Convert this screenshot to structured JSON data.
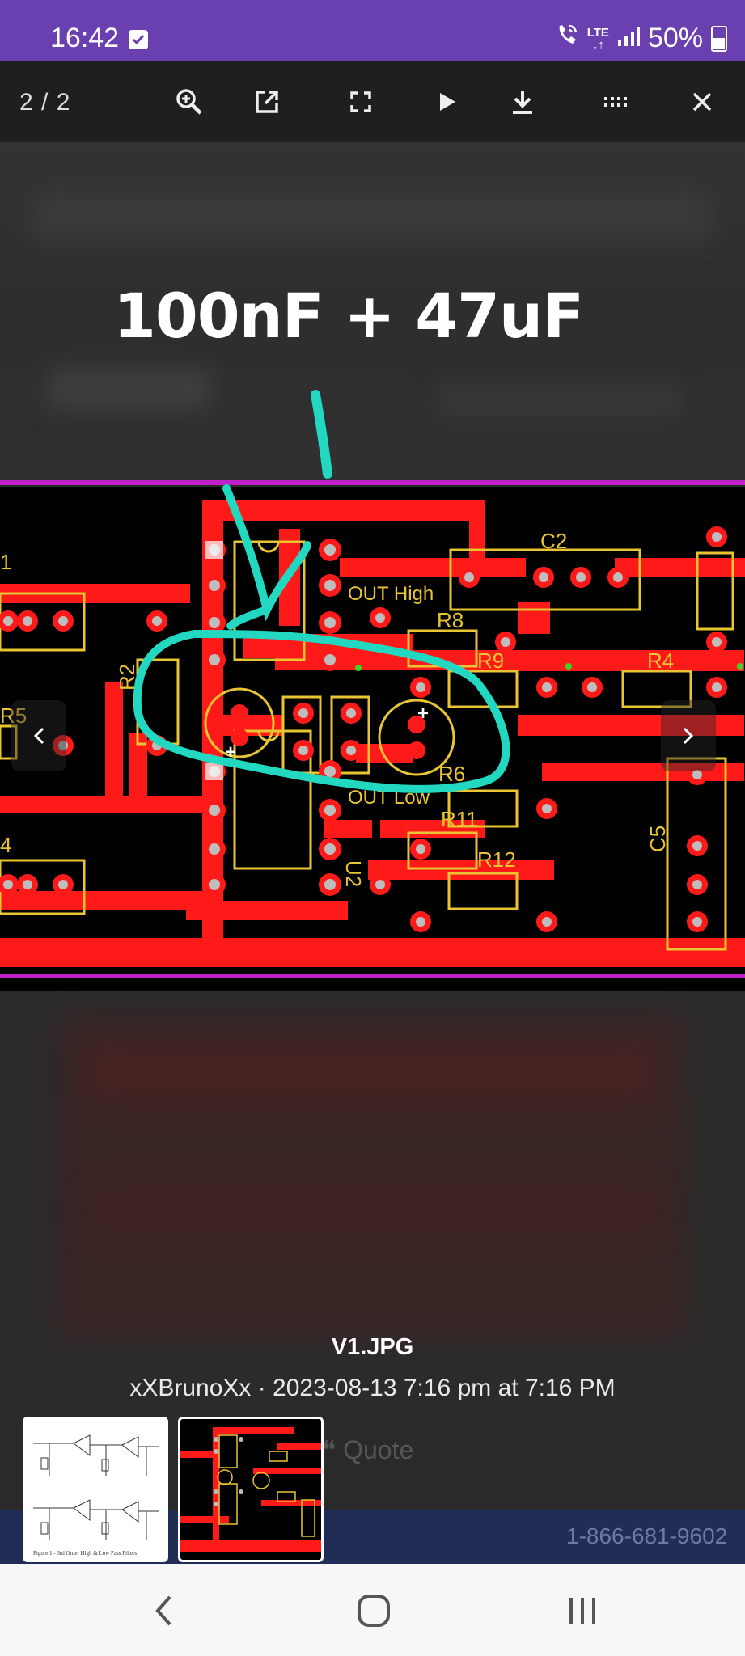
{
  "status_bar": {
    "time": "16:42",
    "network": "LTE",
    "battery": "50%"
  },
  "toolbar": {
    "counter": "2 / 2",
    "icons": [
      "zoom-in-icon",
      "open-external-icon",
      "fullscreen-icon",
      "play-icon",
      "download-icon",
      "thumbnails-icon",
      "close-icon"
    ]
  },
  "image": {
    "annotation": "100nF + 47uF",
    "pcb_labels": {
      "c2": "C2",
      "r8": "R8",
      "r9": "R9",
      "r4": "R4",
      "r2": "R2",
      "r5": "R5",
      "r1_partial": "1",
      "r4_left_partial": "4",
      "c5": "C5",
      "u2": "U2",
      "r11": "R11",
      "r12": "R12",
      "r6_partial": "R6",
      "out_high": "OUT High",
      "out_low": "OUT Low"
    }
  },
  "caption": {
    "filename": "V1.JPG",
    "meta": "xXBrunoXx · 2023-08-13 7:16 pm at 7:16 PM"
  },
  "background_ghosts": {
    "quote": "❝ Quote",
    "phone": "1-866-681-9602"
  },
  "thumbnails": [
    {
      "name": "schematic",
      "caption": "Figure 1 - 3rd Order High & Low Pass Filters"
    },
    {
      "name": "pcb-layout"
    }
  ],
  "colors": {
    "status_bar": "#6a3fb0",
    "trace": "#ff1a1a",
    "silkscreen": "#e8c531",
    "annotation": "#22d8c0",
    "board_edge": "#c020c8"
  }
}
